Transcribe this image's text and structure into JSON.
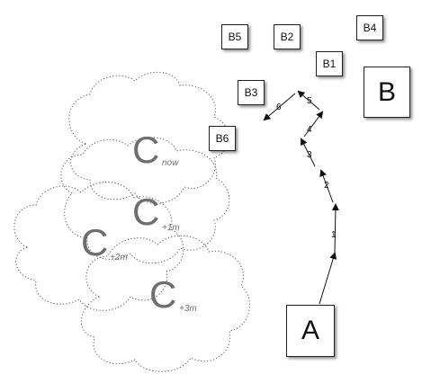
{
  "boxes": {
    "a": "A",
    "b": "B",
    "b1": "B1",
    "b2": "B2",
    "b3": "B3",
    "b4": "B4",
    "b5": "B5",
    "b6": "B6"
  },
  "clouds": {
    "now": {
      "letter": "C",
      "sub": "now"
    },
    "plus1": {
      "letter": "C",
      "sub": "+1m"
    },
    "plus2": {
      "letter": "C",
      "sub": "+2m"
    },
    "plus3": {
      "letter": "C",
      "sub": "+3m"
    }
  },
  "steps": [
    "1",
    "2",
    "3",
    "4",
    "5",
    "6"
  ]
}
